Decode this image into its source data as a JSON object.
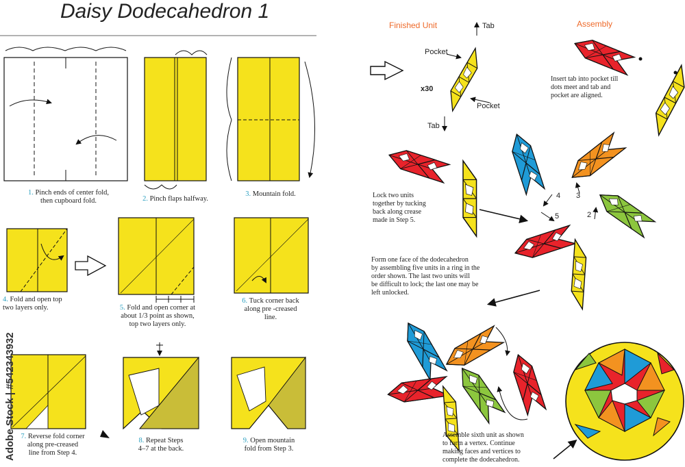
{
  "title": "Daisy Dodecahedron 1",
  "steps": [
    {
      "num": "1.",
      "text": "Pinch ends of center fold,",
      "text2": "then cupboard fold."
    },
    {
      "num": "2.",
      "text": "Pinch flaps halfway.",
      "text2": ""
    },
    {
      "num": "3.",
      "text": "Mountain fold.",
      "text2": ""
    },
    {
      "num": "4.",
      "text": "Fold  and  open top",
      "text2": "two layers only."
    },
    {
      "num": "5.",
      "text": "Fold and open corner at",
      "text2": "about 1/3 point as shown,",
      "text3": "top two layers only."
    },
    {
      "num": "6.",
      "text": "Tuck corner back",
      "text2": "along pre -creased",
      "text3": "line."
    },
    {
      "num": "7.",
      "text": "Reverse fold corner",
      "text2": "along pre-creased",
      "text3": "line from Step 4."
    },
    {
      "num": "8.",
      "text": "Repeat Steps",
      "text2": "4–7 at the back."
    },
    {
      "num": "9.",
      "text": "Open mountain",
      "text2": "fold from Step 3."
    }
  ],
  "headers": {
    "finished": "Finished Unit",
    "assembly": "Assembly"
  },
  "labels": {
    "tab_top": "Tab",
    "pocket_top": "Pocket",
    "x30": "x30",
    "pocket_bottom": "Pocket",
    "tab_bottom": "Tab",
    "n2": "2",
    "n3": "3",
    "n4": "4",
    "n5": "5"
  },
  "notes": {
    "insert": [
      "Insert tab into pocket till",
      "dots meet and tab and",
      "pocket are aligned."
    ],
    "lock": [
      "Lock two units",
      "together by tucking",
      "back along crease",
      "made in Step 5."
    ],
    "face": [
      "Form one face of the dodecahedron",
      "by assembling five  units in a ring in the",
      "order shown.  The last two units will",
      "be difficult to lock;  the last one may be",
      "left unlocked."
    ],
    "sixth": [
      "Assemble sixth unit as shown",
      "to form a vertex.  Continue",
      "making faces and vertices to",
      "complete the dodecahedron."
    ]
  },
  "watermark": "Adobe Stock | #542343932",
  "colors": {
    "yellow": "#f5e21c",
    "red": "#e8232b",
    "blue": "#1f9bd7",
    "orange": "#f39220",
    "green": "#8cc63e",
    "accent": "#ee6a2a"
  }
}
